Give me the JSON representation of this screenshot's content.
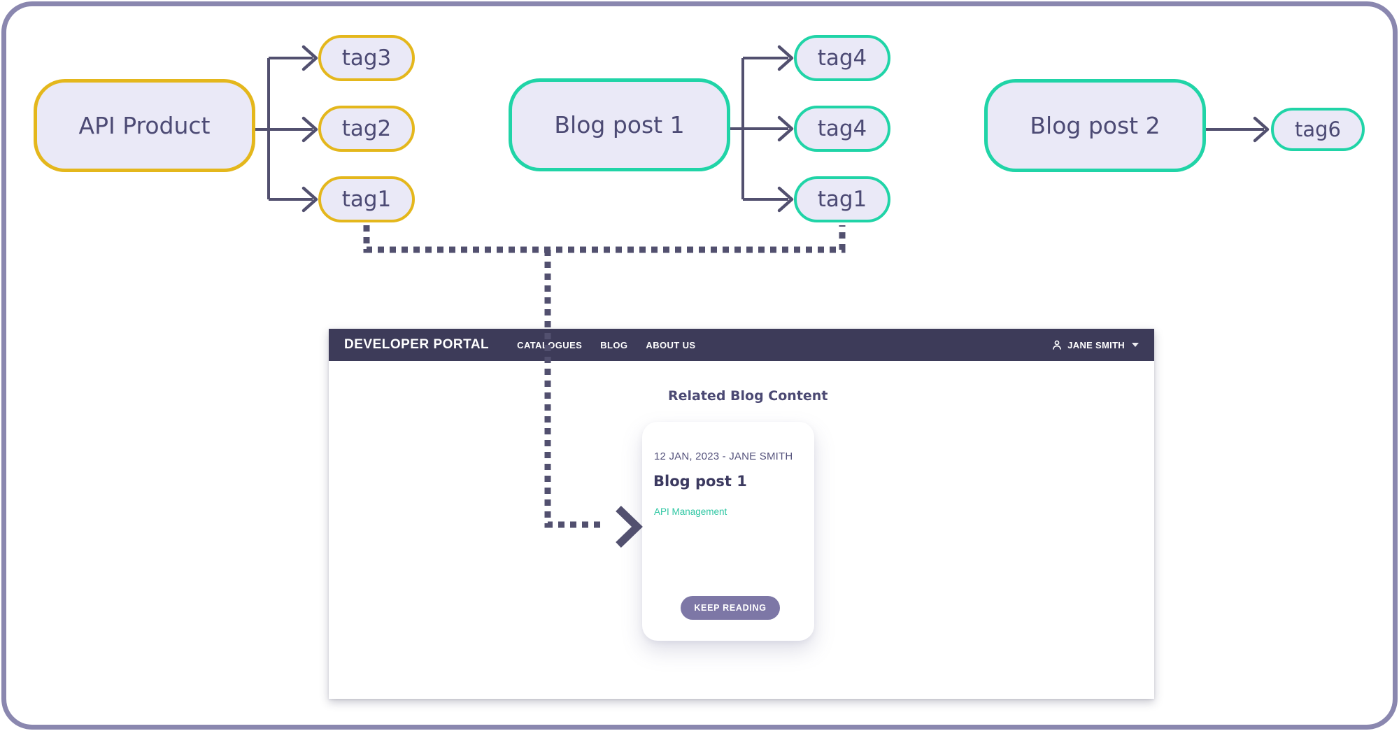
{
  "colors": {
    "line": "#52506f",
    "nodefill": "#eae9f7",
    "nodetext": "#4c4a74",
    "yellow": "#e4b71c",
    "teal": "#20d4a7",
    "frame": "#8a87af",
    "navbg": "#3d3b59",
    "heading": "#4b4973",
    "meta": "#55537c",
    "title": "#3c3a60",
    "taglink": "#2fc7a3",
    "btnbg": "#7d77a6"
  },
  "diagram": {
    "product_node": {
      "label": "API Product"
    },
    "blog1_node": {
      "label": "Blog post 1"
    },
    "blog2_node": {
      "label": "Blog post 2"
    },
    "product_tags": [
      "tag3",
      "tag2",
      "tag1"
    ],
    "blog1_tags": [
      "tag4",
      "tag4",
      "tag1"
    ],
    "blog2_tags": [
      "tag6"
    ]
  },
  "portal": {
    "brand": "DEVELOPER PORTAL",
    "nav": [
      "CATALOGUES",
      "BLOG",
      "ABOUT US"
    ],
    "user_name": "JANE SMITH",
    "section_title": "Related Blog Content",
    "card": {
      "meta": "12 JAN, 2023 - JANE SMITH",
      "title": "Blog post 1",
      "tag": "API Management",
      "cta": "KEEP READING"
    }
  },
  "icons": {
    "user_menu": "person-outline",
    "user_menu_caret": "triangle-down"
  }
}
